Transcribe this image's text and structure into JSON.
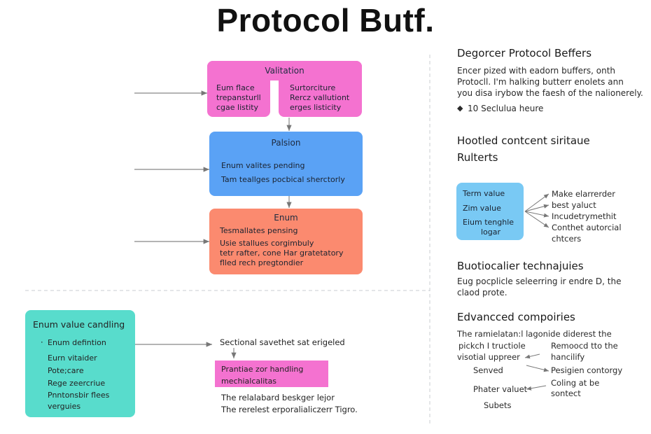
{
  "title": "Protocol Butf.",
  "validation": {
    "title": "Valitation",
    "left_lines": [
      "Eum flace",
      "trepansturll",
      "cgae listity"
    ],
    "right_lines": [
      "Surtorciture",
      "Rercz vallutiont",
      "erges listicity"
    ]
  },
  "parsing": {
    "title": "Palsion",
    "lines": [
      "Enum valites pending",
      "Tam teallges pocbical sherctorly"
    ]
  },
  "enum": {
    "title": "Enum",
    "lines": [
      "Tesmallates pensing",
      "Usie stallues corgimbuly",
      "tetr rafter, cone Har gratetatory",
      "flled rech pregtondier"
    ]
  },
  "enum_handling": {
    "title": "Enum value candling",
    "bullet": "Enum defintion",
    "lines": [
      "Eurn vitaider",
      "Pote;care",
      "Rege zeercriue",
      "Pnntonsbir flees",
      "verguies"
    ]
  },
  "sectional": {
    "label": "Sectional savethet sat erigeled",
    "pink_lines": [
      "Prantiae zor handling",
      "mechialcalitas"
    ],
    "notes": [
      "The relalabard beskger lejor",
      "The rerelest erporalialiczerr Tigro."
    ]
  },
  "right": {
    "heading1": "Degorcer Protocol Beffers",
    "para1": [
      "Encer pized with eadorn buffers, onth",
      "Protocll. I'm halking butterr enolets ann",
      "you disa irybow the faesh of the nalionerely."
    ],
    "bullet1": "10 Seclulua heure",
    "heading2": "Hootled contcent siritaue",
    "heading3": "Rulterts",
    "term_box": [
      "Term value",
      "Zim value",
      "Eium tenghle",
      "logar"
    ],
    "term_items": [
      "Make elarrerder",
      "best yaluct",
      "Incudetrymethit",
      "Conthet autorcial",
      "chtcers"
    ],
    "heading4": "Buotiocalier technajuies",
    "para4": [
      "Eug pocplicle seleerring ir endre D, the",
      "claod prote."
    ],
    "heading5": "Edvancced compoiries",
    "para5": "The ramielatan:l lagonide diderest the",
    "left_items": [
      "pickch I tructiole",
      "visotial uppreer",
      "Senved",
      "Phater valuet",
      "Subets"
    ],
    "right_items": [
      "Remoocd tto the",
      "hancilify",
      "Pesigien contorgy",
      "Coling at be",
      "sontect"
    ]
  },
  "colors": {
    "pink": "#f472d0",
    "blue": "#5aa2f5",
    "salmon": "#fb8a6f",
    "teal": "#58dccc",
    "lightblue": "#79c9f4"
  }
}
